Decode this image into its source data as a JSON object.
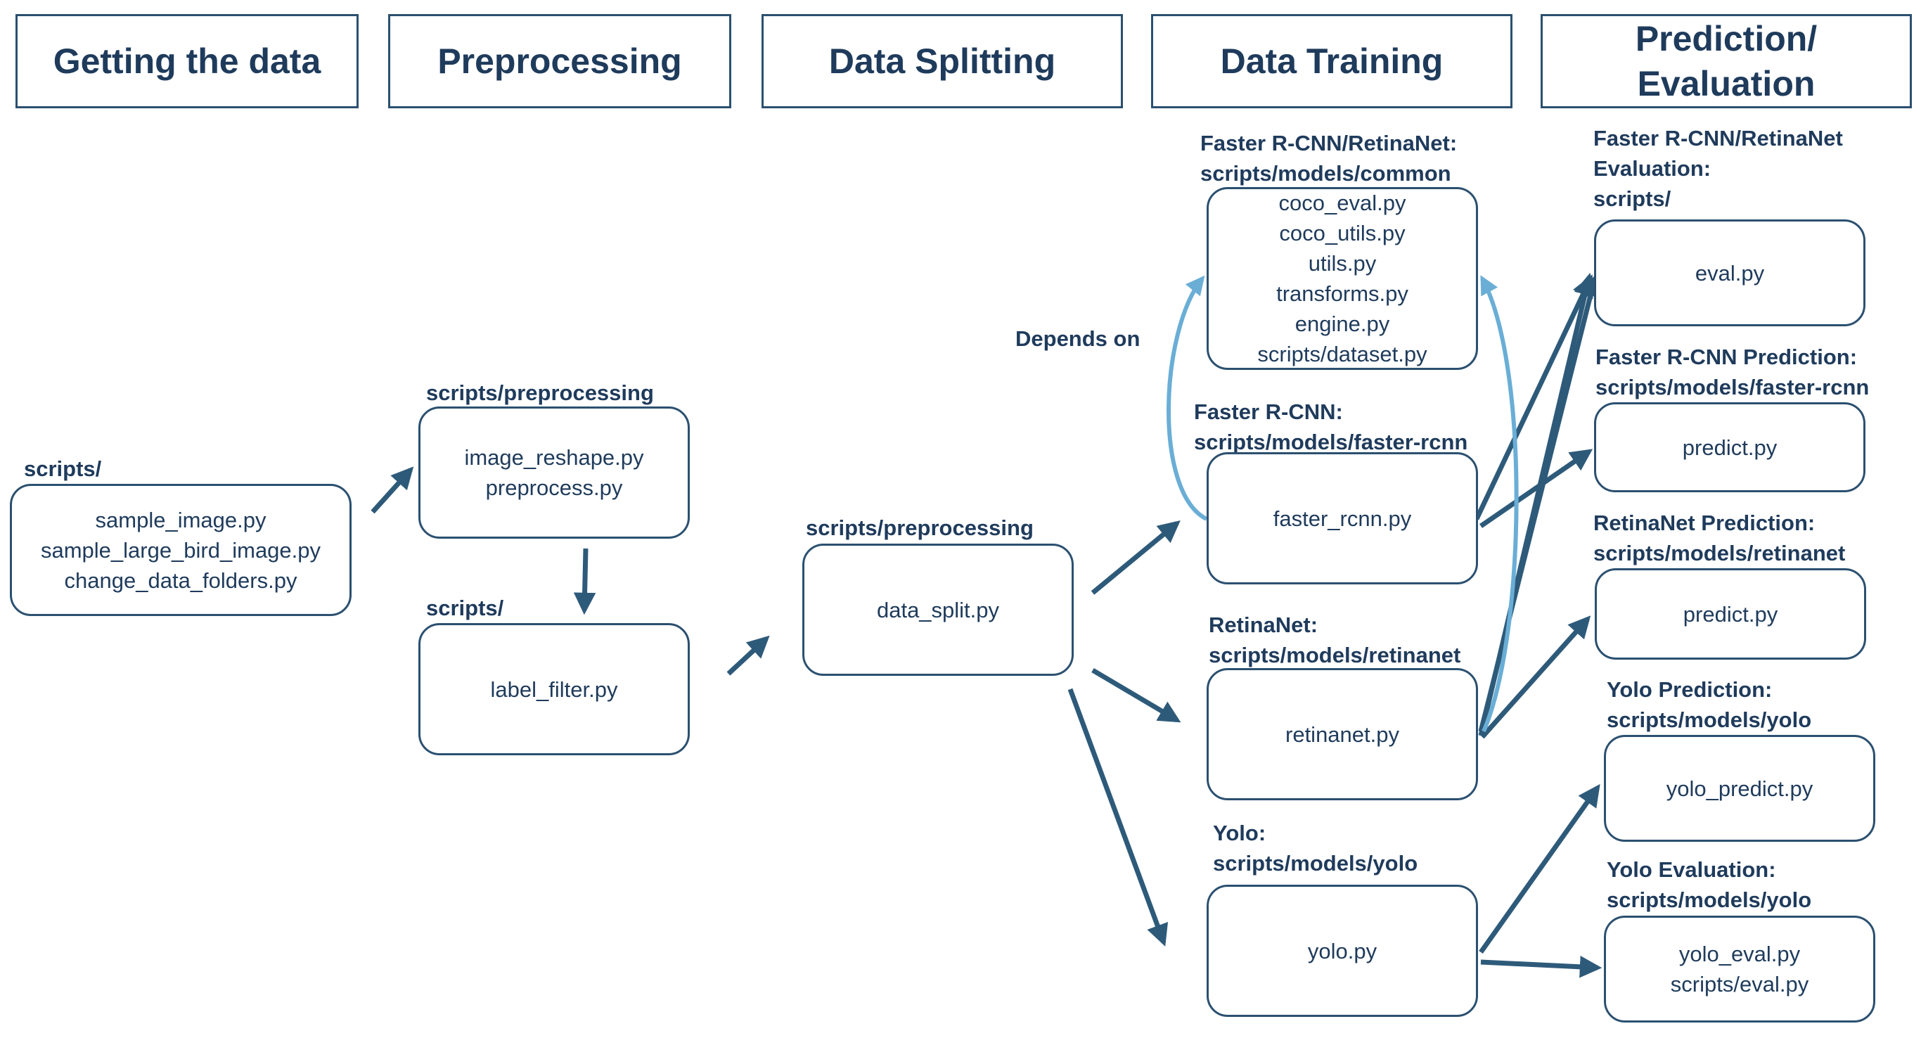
{
  "stages": [
    "Getting the data",
    "Preprocessing",
    "Data Splitting",
    "Data Training",
    "Prediction/ Evaluation"
  ],
  "stage_lines": {
    "prediction_1": "Prediction/",
    "prediction_2": "Evaluation"
  },
  "getting_data": {
    "label": "scripts/",
    "files": [
      "sample_image.py",
      "sample_large_bird_image.py",
      "change_data_folders.py"
    ]
  },
  "preprocessing": {
    "label": "scripts/preprocessing",
    "files": [
      "image_reshape.py",
      "preprocess.py"
    ]
  },
  "label_filter": {
    "label": "scripts/",
    "files": [
      "label_filter.py"
    ]
  },
  "data_split": {
    "label": "scripts/preprocessing",
    "files": [
      "data_split.py"
    ]
  },
  "common": {
    "label_1": "Faster R-CNN/RetinaNet:",
    "label_2": "scripts/models/common",
    "files": [
      "coco_eval.py",
      "coco_utils.py",
      "utils.py",
      "transforms.py",
      "engine.py",
      "scripts/dataset.py"
    ]
  },
  "depends_on": "Depends on",
  "faster_rcnn": {
    "label_1": "Faster R-CNN:",
    "label_2": "scripts/models/faster-rcnn",
    "files": [
      "faster_rcnn.py"
    ]
  },
  "retinanet": {
    "label_1": "RetinaNet:",
    "label_2": "scripts/models/retinanet",
    "files": [
      "retinanet.py"
    ]
  },
  "yolo": {
    "label_1": "Yolo:",
    "label_2": "scripts/models/yolo",
    "files": [
      "yolo.py"
    ]
  },
  "eval": {
    "label_1": "Faster R-CNN/RetinaNet",
    "label_2": "Evaluation:",
    "label_3": "scripts/",
    "files": [
      "eval.py"
    ]
  },
  "frcnn_predict": {
    "label_1": "Faster R-CNN Prediction:",
    "label_2": "scripts/models/faster-rcnn",
    "files": [
      "predict.py"
    ]
  },
  "retina_predict": {
    "label_1": "RetinaNet Prediction:",
    "label_2": "scripts/models/retinanet",
    "files": [
      "predict.py"
    ]
  },
  "yolo_predict": {
    "label_1": "Yolo Prediction:",
    "label_2": "scripts/models/yolo",
    "files": [
      "yolo_predict.py"
    ]
  },
  "yolo_eval": {
    "label_1": "Yolo Evaluation:",
    "label_2": "scripts/models/yolo",
    "files": [
      "yolo_eval.py",
      "scripts/eval.py"
    ]
  },
  "colors": {
    "text": "#1f3b5c",
    "border": "#2b5070",
    "arrow": "#2e5a7a",
    "depends_arrow": "#6aaed6"
  }
}
